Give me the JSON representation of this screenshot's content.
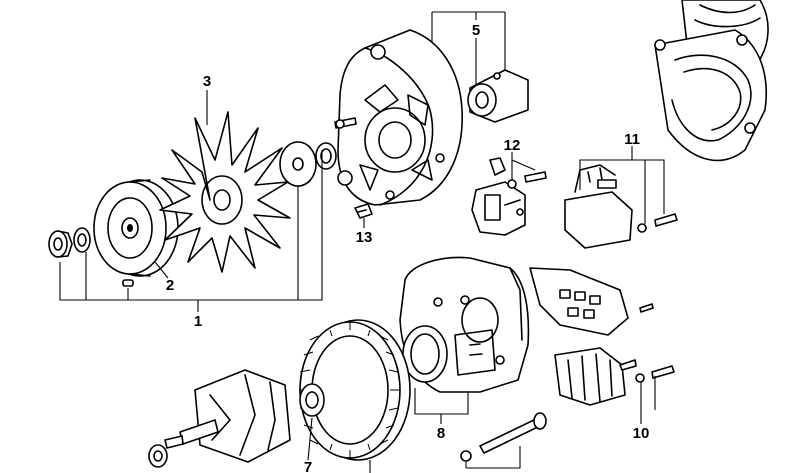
{
  "callouts": {
    "c1": "1",
    "c2": "2",
    "c3": "3",
    "c5": "5",
    "c7": "7",
    "c8": "8",
    "c10": "10",
    "c11": "11",
    "c12": "12",
    "c13": "13"
  }
}
